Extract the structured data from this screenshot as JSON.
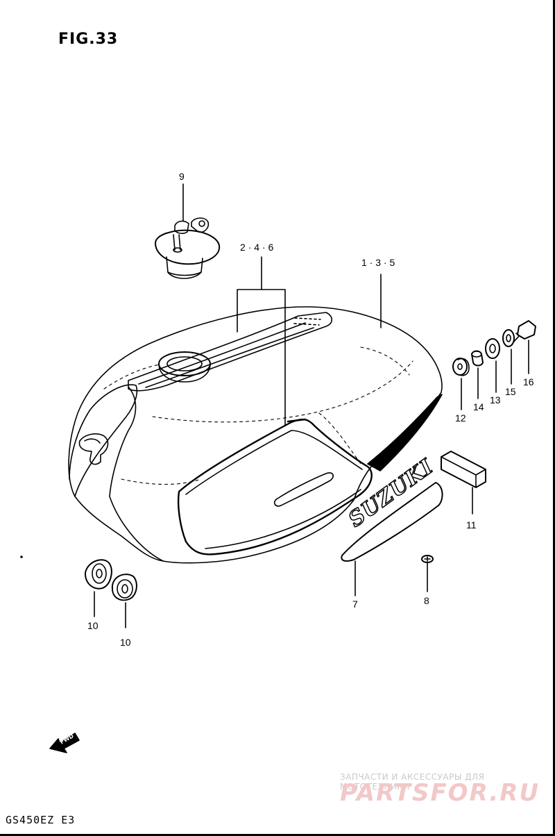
{
  "figure": {
    "title": "FIG.33",
    "model": "GS450EZ  E3"
  },
  "callouts": {
    "c9": "9",
    "c246": "2 · 4 · 6",
    "c135": "1 · 3 · 5",
    "c16": "16",
    "c15": "15",
    "c13": "13",
    "c14": "14",
    "c12": "12",
    "c11": "11",
    "c7": "7",
    "c8": "8",
    "c10a": "10",
    "c10b": "10"
  },
  "emblem": {
    "text": "SUZUKI"
  },
  "fwd_arrow": {
    "text": "FWD"
  },
  "watermark": {
    "line1": "ЗАПЧАСТИ И АКСЕССУАРЫ ДЛЯ МОТОТЕХНИКИ",
    "logo": "PARTSFOR.RU"
  }
}
